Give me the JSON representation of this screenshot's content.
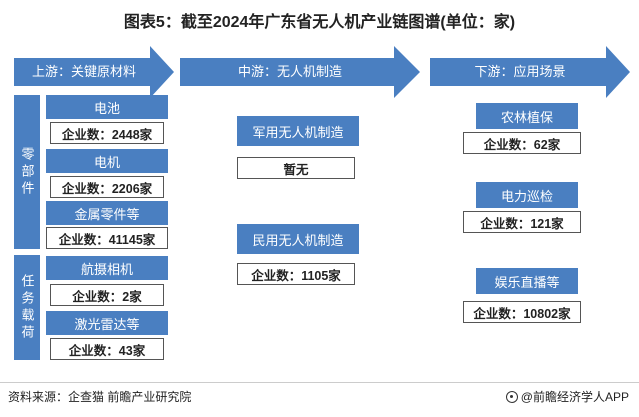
{
  "title": "图表5：截至2024年广东省无人机产业链图谱(单位：家)",
  "stages": {
    "upstream": "上游：关键原材料",
    "midstream": "中游：无人机制造",
    "downstream": "下游：应用场景"
  },
  "upstream": {
    "parts_label": "零部件",
    "payload_label": "任务载荷",
    "items": [
      {
        "name": "电池",
        "count": "企业数：2448家"
      },
      {
        "name": "电机",
        "count": "企业数：2206家"
      },
      {
        "name": "金属零件等",
        "count": "企业数：41145家"
      },
      {
        "name": "航摄相机",
        "count": "企业数：2家"
      },
      {
        "name": "激光雷达等",
        "count": "企业数：43家"
      }
    ]
  },
  "midstream": {
    "items": [
      {
        "name": "军用无人机制造",
        "count": "暂无"
      },
      {
        "name": "民用无人机制造",
        "count": "企业数：1105家"
      }
    ]
  },
  "downstream": {
    "items": [
      {
        "name": "农林植保",
        "count": "企业数：62家"
      },
      {
        "name": "电力巡检",
        "count": "企业数：121家"
      },
      {
        "name": "娱乐直播等",
        "count": "企业数：10802家"
      }
    ]
  },
  "footer": {
    "source": "资料来源：企查猫 前瞻产业研究院",
    "brand": "@前瞻经济学人APP"
  },
  "colors": {
    "box_blue": "#4a7fc1",
    "arrow_blue": "#4a7fc1"
  }
}
